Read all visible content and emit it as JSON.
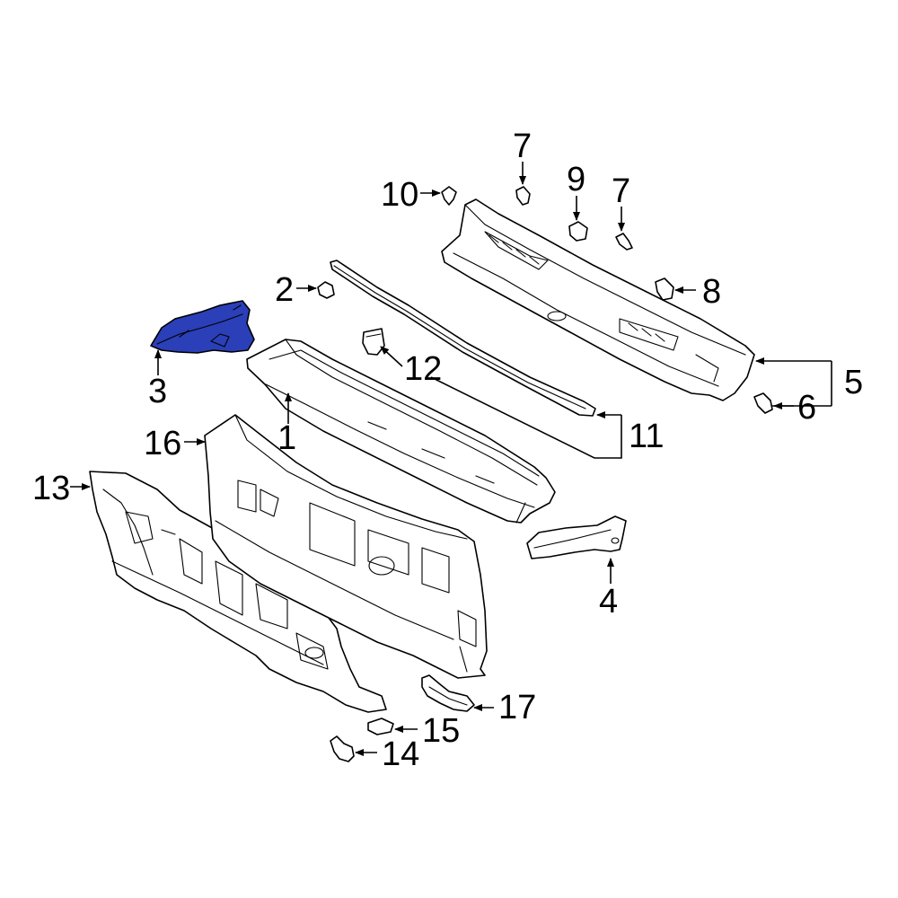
{
  "diagram": {
    "highlight_color": "#2a3fb8",
    "line_color": "#000000",
    "background": "#ffffff",
    "highlighted_part": "3",
    "callouts": [
      "1",
      "2",
      "3",
      "4",
      "5",
      "6",
      "7",
      "7",
      "8",
      "9",
      "10",
      "11",
      "12",
      "13",
      "14",
      "15",
      "16",
      "17"
    ]
  }
}
